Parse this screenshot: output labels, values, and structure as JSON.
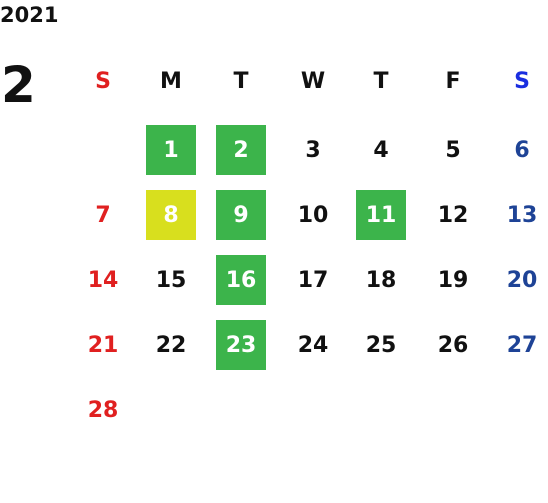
{
  "year": "2021",
  "month": "2",
  "weekdays": [
    "S",
    "M",
    "T",
    "W",
    "T",
    "F",
    "S"
  ],
  "weeks": [
    [
      "",
      "1",
      "2",
      "3",
      "4",
      "5",
      "6"
    ],
    [
      "7",
      "8",
      "9",
      "10",
      "11",
      "12",
      "13"
    ],
    [
      "14",
      "15",
      "16",
      "17",
      "18",
      "19",
      "20"
    ],
    [
      "21",
      "22",
      "23",
      "24",
      "25",
      "26",
      "27"
    ],
    [
      "28",
      "",
      "",
      "",
      "",
      "",
      ""
    ]
  ],
  "highlights": {
    "green": [
      "1",
      "2",
      "9",
      "11",
      "16",
      "23"
    ],
    "yellow": [
      "8"
    ]
  },
  "colors": {
    "sunday": "#e02020",
    "saturday": "#1e4396",
    "saturday_header": "#1a2ee0",
    "highlight_green": "#3cb44b",
    "highlight_yellow": "#d8df1e"
  }
}
